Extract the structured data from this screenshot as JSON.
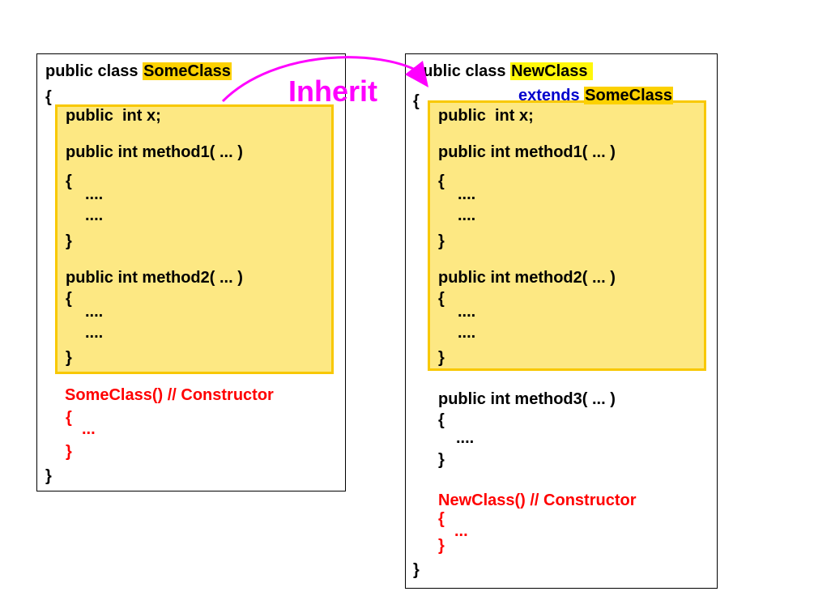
{
  "colors": {
    "inherit_fill": "#fde883",
    "inherit_border": "#f8c800",
    "classname_highlight": "#fcd101",
    "newclass_highlight": "#fff70a",
    "constructor": "#ff0000",
    "extends_keyword": "#0000cc",
    "arrow": "#ff00ff"
  },
  "arrow": {
    "label": "Inherit",
    "icon": "curved-arrow-icon"
  },
  "left": {
    "decl_prefix": "public class ",
    "class_name": "SomeClass",
    "open_brace": "{",
    "field": "public  int x;",
    "method1": "public int method1( ... )",
    "m1_open": "{",
    "m1_body1": "....",
    "m1_body2": "....",
    "m1_close": "}",
    "method2": "public int method2( ... )",
    "m2_open": "{",
    "m2_body1": "....",
    "m2_body2": "....",
    "m2_close": "}",
    "constructor": "SomeClass() // Constructor",
    "ctor_open": "{",
    "ctor_body": "...",
    "ctor_close": "}",
    "close_brace": "}"
  },
  "right": {
    "decl_prefix": "public class ",
    "class_name": "NewClass ",
    "extends_keyword": "extends",
    "extends_class": "SomeClass",
    "open_brace": "{",
    "field": "public  int x;",
    "method1": "public int method1( ... )",
    "m1_open": "{",
    "m1_body1": "....",
    "m1_body2": "....",
    "m1_close": "}",
    "method2": "public int method2( ... )",
    "m2_open": "{",
    "m2_body1": "....",
    "m2_body2": "....",
    "m2_close": "}",
    "method3": "public int method3( ... )",
    "m3_open": "{",
    "m3_body": "....",
    "m3_close": "}",
    "constructor": "NewClass() // Constructor",
    "ctor_open": "{",
    "ctor_body": "...",
    "ctor_close": "}",
    "close_brace": "}"
  }
}
